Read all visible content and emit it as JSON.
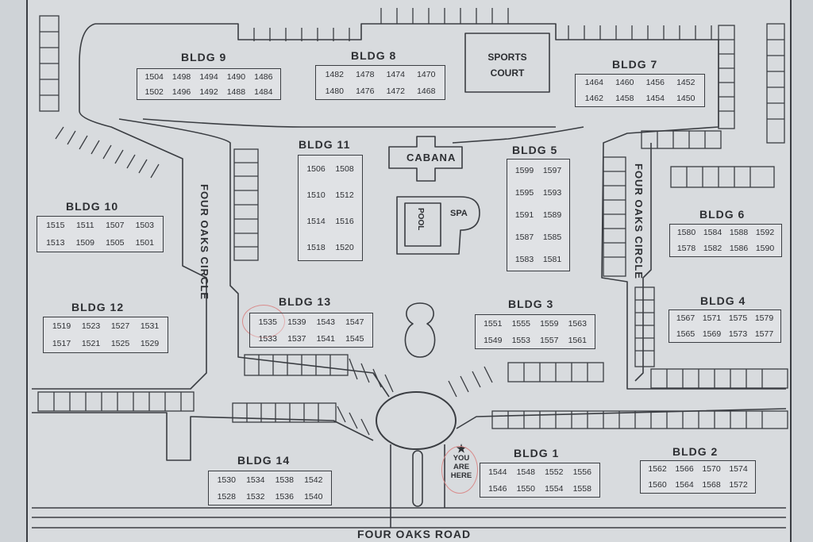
{
  "buildings": [
    {
      "id": "b9",
      "title": "BLDG 9",
      "rows": [
        [
          "1504",
          "1498",
          "1494",
          "1490",
          "1486"
        ],
        [
          "1502",
          "1496",
          "1492",
          "1488",
          "1484"
        ]
      ]
    },
    {
      "id": "b8",
      "title": "BLDG 8",
      "rows": [
        [
          "1482",
          "1478",
          "1474",
          "1470"
        ],
        [
          "1480",
          "1476",
          "1472",
          "1468"
        ]
      ]
    },
    {
      "id": "b7",
      "title": "BLDG 7",
      "rows": [
        [
          "1464",
          "1460",
          "1456",
          "1452"
        ],
        [
          "1462",
          "1458",
          "1454",
          "1450"
        ]
      ]
    },
    {
      "id": "b11",
      "title": "BLDG 11",
      "rows": [
        [
          "1506",
          "1508"
        ],
        [
          "1510",
          "1512"
        ],
        [
          "1514",
          "1516"
        ],
        [
          "1518",
          "1520"
        ]
      ]
    },
    {
      "id": "b5",
      "title": "BLDG 5",
      "rows": [
        [
          "1599",
          "1597"
        ],
        [
          "1595",
          "1593"
        ],
        [
          "1591",
          "1589"
        ],
        [
          "1587",
          "1585"
        ],
        [
          "1583",
          "1581"
        ]
      ]
    },
    {
      "id": "b10",
      "title": "BLDG 10",
      "rows": [
        [
          "1515",
          "1511",
          "1507",
          "1503"
        ],
        [
          "1513",
          "1509",
          "1505",
          "1501"
        ]
      ]
    },
    {
      "id": "b6",
      "title": "BLDG 6",
      "rows": [
        [
          "1580",
          "1584",
          "1588",
          "1592"
        ],
        [
          "1578",
          "1582",
          "1586",
          "1590"
        ]
      ]
    },
    {
      "id": "b12",
      "title": "BLDG 12",
      "rows": [
        [
          "1519",
          "1523",
          "1527",
          "1531"
        ],
        [
          "1517",
          "1521",
          "1525",
          "1529"
        ]
      ]
    },
    {
      "id": "b13",
      "title": "BLDG 13",
      "rows": [
        [
          "1535",
          "1539",
          "1543",
          "1547"
        ],
        [
          "1533",
          "1537",
          "1541",
          "1545"
        ]
      ]
    },
    {
      "id": "b3",
      "title": "BLDG 3",
      "rows": [
        [
          "1551",
          "1555",
          "1559",
          "1563"
        ],
        [
          "1549",
          "1553",
          "1557",
          "1561"
        ]
      ]
    },
    {
      "id": "b4",
      "title": "BLDG 4",
      "rows": [
        [
          "1567",
          "1571",
          "1575",
          "1579"
        ],
        [
          "1565",
          "1569",
          "1573",
          "1577"
        ]
      ]
    },
    {
      "id": "b14",
      "title": "BLDG 14",
      "rows": [
        [
          "1530",
          "1534",
          "1538",
          "1542"
        ],
        [
          "1528",
          "1532",
          "1536",
          "1540"
        ]
      ]
    },
    {
      "id": "b1",
      "title": "BLDG 1",
      "rows": [
        [
          "1544",
          "1548",
          "1552",
          "1556"
        ],
        [
          "1546",
          "1550",
          "1554",
          "1558"
        ]
      ]
    },
    {
      "id": "b2",
      "title": "BLDG 2",
      "rows": [
        [
          "1562",
          "1566",
          "1570",
          "1574"
        ],
        [
          "1560",
          "1564",
          "1568",
          "1572"
        ]
      ]
    }
  ],
  "amenities": {
    "sports_court": [
      "SPORTS",
      "COURT"
    ],
    "cabana": "CABANA",
    "pool": "POOL",
    "spa": "SPA"
  },
  "streets": {
    "circle_left": "FOUR OAKS CIRCLE",
    "circle_right": "FOUR OAKS CIRCLE",
    "road": "FOUR OAKS ROAD"
  },
  "you_are_here": [
    "YOU",
    "ARE",
    "HERE"
  ],
  "colors": {
    "line": "#3a3d42",
    "board": "#cfd3d7",
    "highlight": "#d98c8c"
  }
}
